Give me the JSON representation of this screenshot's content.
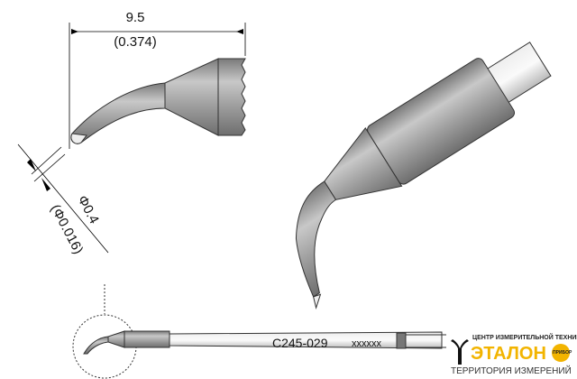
{
  "dimensions": {
    "length_mm": "9.5",
    "length_in": "(0.374)",
    "diameter_mm": "Φ0.4",
    "diameter_in": "(Φ0.016)"
  },
  "cartridge": {
    "model": "C245-029",
    "serial": "xxxxxx"
  },
  "logo": {
    "tagline": "ЦЕНТР ИЗМЕРИТЕЛЬНОЙ ТЕХНИКИ",
    "name": "ЭТАЛОН",
    "badge": "ПРИБОР",
    "subtitle": "ТЕРРИТОРИЯ ИЗМЕРЕНИЙ"
  },
  "colors": {
    "logo_yellow": "#f2b400",
    "metal": "#a8a8a8"
  }
}
